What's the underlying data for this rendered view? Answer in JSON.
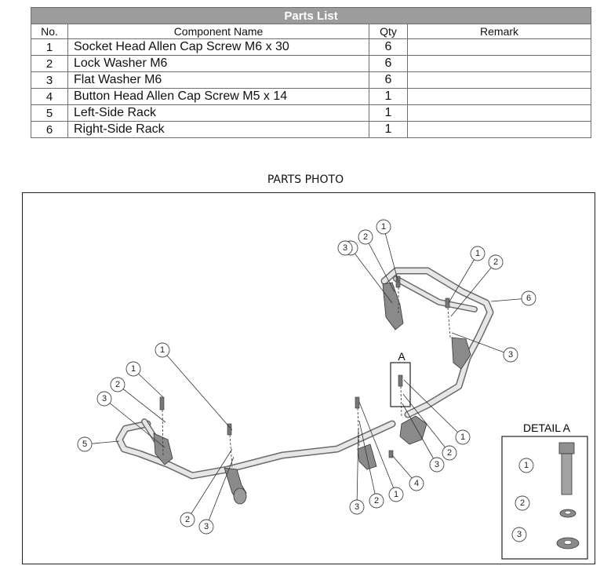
{
  "parts_list": {
    "title": "Parts List",
    "columns": [
      "No.",
      "Component Name",
      "Qty",
      "Remark"
    ],
    "rows": [
      {
        "no": "1",
        "name": "Socket Head Allen Cap Screw M6 x 30",
        "qty": "6",
        "remark": ""
      },
      {
        "no": "2",
        "name": "Lock Washer M6",
        "qty": "6",
        "remark": ""
      },
      {
        "no": "3",
        "name": "Flat Washer M6",
        "qty": "6",
        "remark": ""
      },
      {
        "no": "4",
        "name": "Button Head Allen Cap Screw M5 x 14",
        "qty": "1",
        "remark": ""
      },
      {
        "no": "5",
        "name": "Left-Side Rack",
        "qty": "1",
        "remark": ""
      },
      {
        "no": "6",
        "name": "Right-Side Rack",
        "qty": "1",
        "remark": ""
      }
    ]
  },
  "photo": {
    "title": "PARTS PHOTO",
    "detail_label": "DETAIL A",
    "detail_marker": "A",
    "balloons": [
      "1",
      "2",
      "3",
      "1",
      "2",
      "6",
      "3",
      "1",
      "2",
      "3",
      "1",
      "2",
      "3",
      "5",
      "1",
      "2",
      "3",
      "3",
      "2",
      "1",
      "4",
      "1",
      "2",
      "3"
    ],
    "detail_balloons": [
      "1",
      "2",
      "3"
    ]
  }
}
